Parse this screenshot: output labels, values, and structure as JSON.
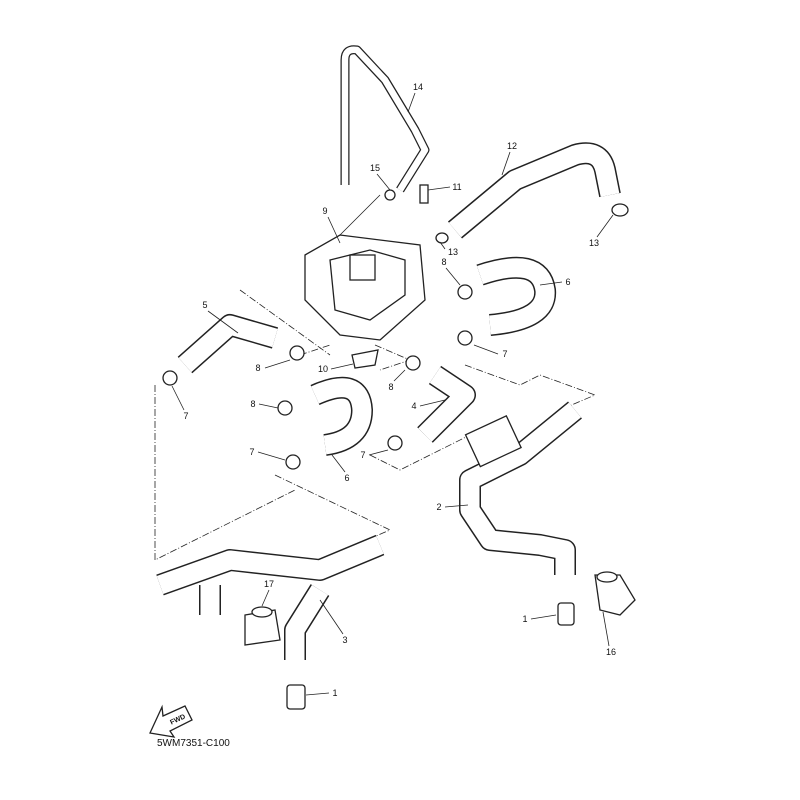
{
  "diagram_code": "5WM7351-C100",
  "fwd_label": "FWD",
  "callouts": [
    "14",
    "12",
    "15",
    "11",
    "9",
    "13",
    "13",
    "8",
    "6",
    "5",
    "8",
    "7",
    "10",
    "8",
    "7",
    "4",
    "8",
    "7",
    "6",
    "7",
    "2",
    "17",
    "3",
    "1",
    "16",
    "1"
  ]
}
